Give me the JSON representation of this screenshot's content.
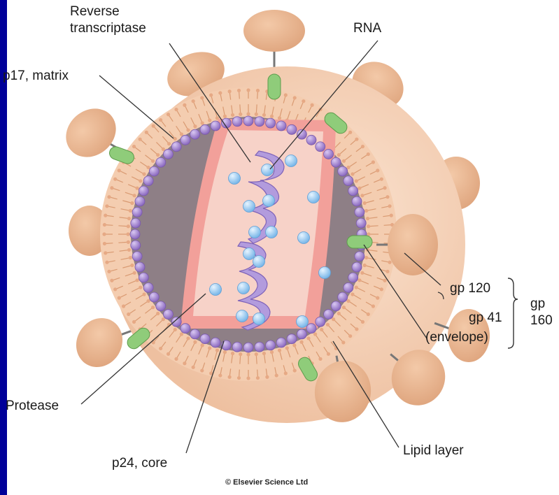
{
  "labels": {
    "reverse_transcriptase_line1": "Reverse",
    "reverse_transcriptase_line2": "transcriptase",
    "rna": "RNA",
    "p17_matrix": "p17, matrix",
    "gp120": "gp 120",
    "gp41": "gp 41",
    "envelope": "(envelope)",
    "gp160_line1": "gp",
    "gp160_line2": "160",
    "protease": "Protease",
    "p24_core": "p24, core",
    "lipid_layer": "Lipid layer"
  },
  "copyright": "© Elsevier Science Ltd",
  "colors": {
    "frame": "#000099",
    "envelope_fill": "#f5d2b6",
    "knob": "#e8b48f",
    "gp41": "#8fcc7a",
    "matrix_bead": "#a98bd0",
    "matrix_band": "#8e7f86",
    "core_outer": "#f2a09a",
    "core_inner": "#f7d2c8",
    "rna": "#b29bdd",
    "enzyme_dot": "#9fcdf0"
  }
}
